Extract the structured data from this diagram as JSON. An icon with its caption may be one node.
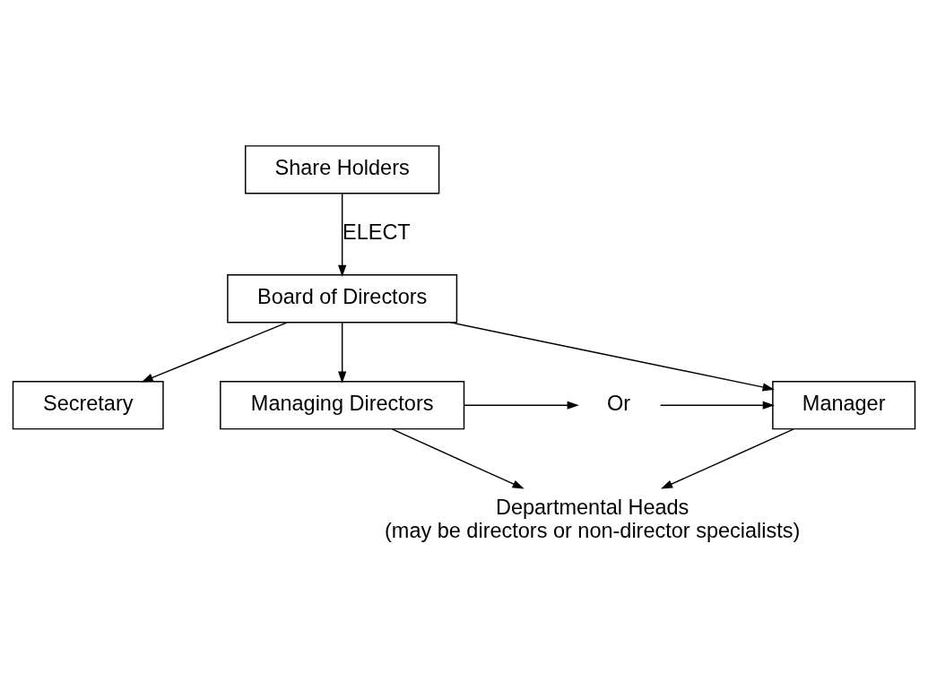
{
  "diagram": {
    "nodes": [
      {
        "text": [
          "Share Holders"
        ]
      },
      {
        "text": [
          "Board of Directors"
        ]
      },
      {
        "text": [
          "Secretary"
        ]
      },
      {
        "text": [
          "Managing Directors"
        ]
      },
      {
        "text": [
          "Manager"
        ]
      },
      {
        "text": [
          "Or"
        ]
      },
      {
        "text": [
          "Departmental Heads",
          "(may be directors or non-director specialists)"
        ]
      }
    ],
    "edges": [
      {
        "from": 0,
        "to": 1,
        "arrow": "to",
        "label": "ELECT"
      },
      {
        "from": 1,
        "to": 2,
        "arrow": "to"
      },
      {
        "from": 1,
        "to": 3,
        "arrow": "to"
      },
      {
        "from": 1,
        "to": 4,
        "arrow": "to"
      },
      {
        "from": 3,
        "to": 5,
        "arrow": "to"
      },
      {
        "from": 5,
        "to": 4,
        "arrow": "to"
      },
      {
        "from": 3,
        "to": 6,
        "arrow": "to"
      },
      {
        "from": 4,
        "to": 6,
        "arrow": "to"
      }
    ]
  }
}
